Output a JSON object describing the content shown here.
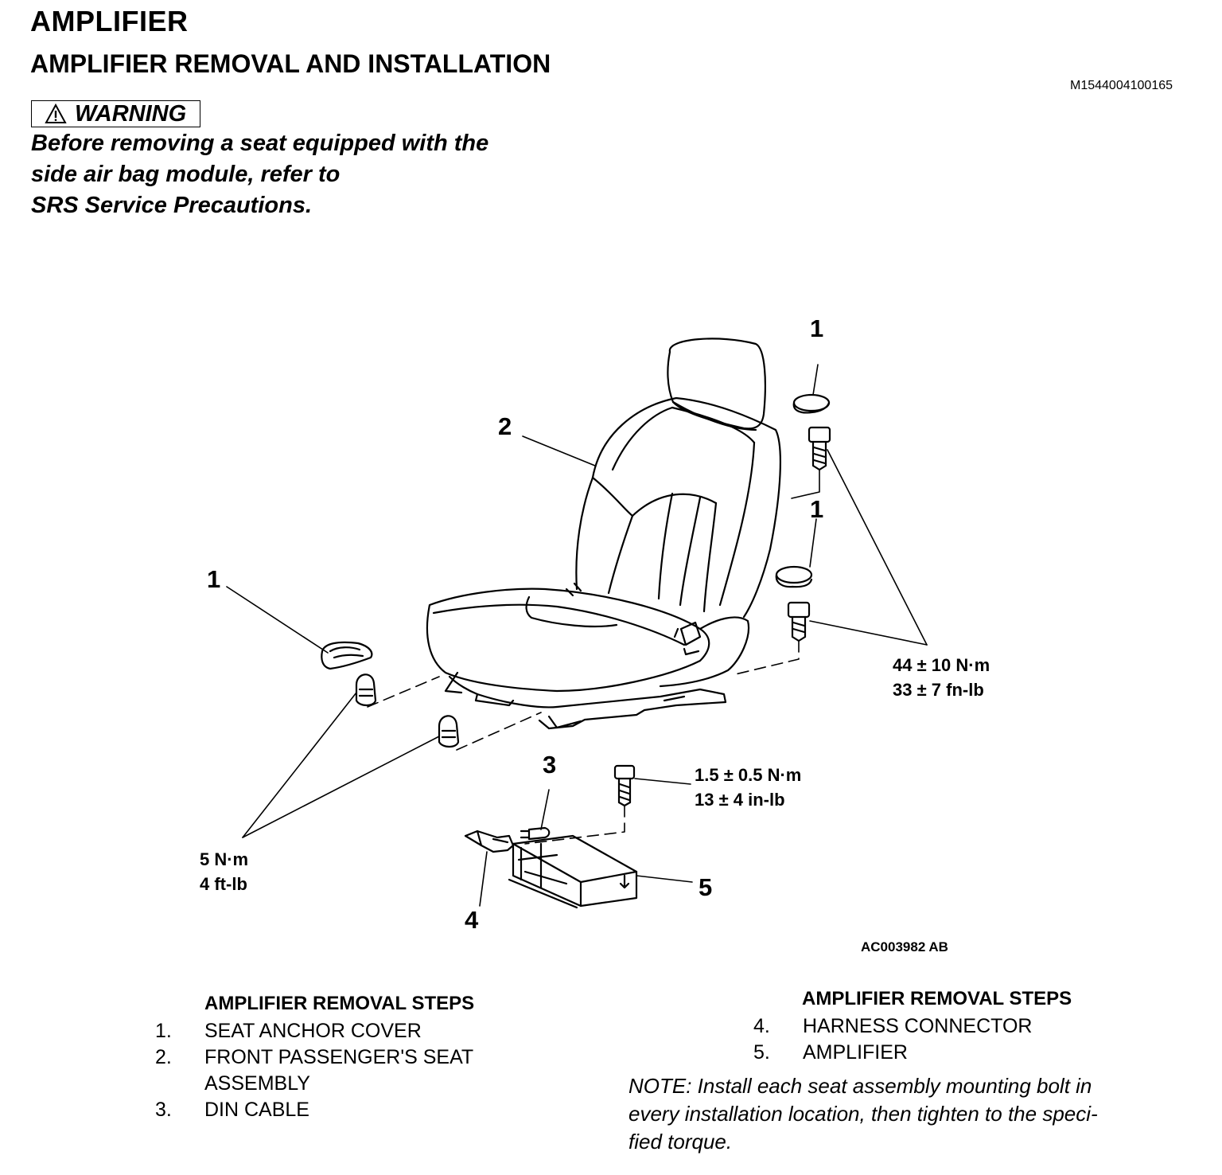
{
  "header": {
    "title": "AMPLIFIER",
    "subtitle": "AMPLIFIER REMOVAL AND INSTALLATION",
    "doc_id": "M1544004100165"
  },
  "warning": {
    "icon": "warning-triangle-icon",
    "label": "WARNING",
    "lines": [
      "Before removing a seat equipped with the",
      "side air bag module, refer to",
      "SRS Service Precautions."
    ]
  },
  "diagram": {
    "figure_id": "AC003982 AB",
    "callouts": [
      "1",
      "2",
      "1",
      "1",
      "3",
      "4",
      "5"
    ],
    "torque_seat_rear": [
      "44 ± 10 N·m",
      "33 ± 7 fn-lb"
    ],
    "torque_amplifier": [
      "1.5 ± 0.5 N·m",
      "13 ± 4 in-lb"
    ],
    "torque_seat_front": [
      "5 N·m",
      "4 ft-lb"
    ]
  },
  "steps_left": {
    "heading": "AMPLIFIER REMOVAL STEPS",
    "items": [
      {
        "num": "1.",
        "text": "SEAT ANCHOR COVER"
      },
      {
        "num": "2.",
        "text": "FRONT PASSENGER'S SEAT"
      },
      {
        "num": "",
        "text": "ASSEMBLY"
      },
      {
        "num": "3.",
        "text": "DIN CABLE"
      }
    ]
  },
  "steps_right": {
    "heading": "AMPLIFIER REMOVAL STEPS",
    "items": [
      {
        "num": "4.",
        "text": "HARNESS CONNECTOR"
      },
      {
        "num": "5.",
        "text": "AMPLIFIER"
      }
    ]
  },
  "note": {
    "lines": [
      "NOTE: Install each seat assembly mounting bolt in",
      "every installation location, then tighten to the speci-",
      "fied torque."
    ]
  }
}
